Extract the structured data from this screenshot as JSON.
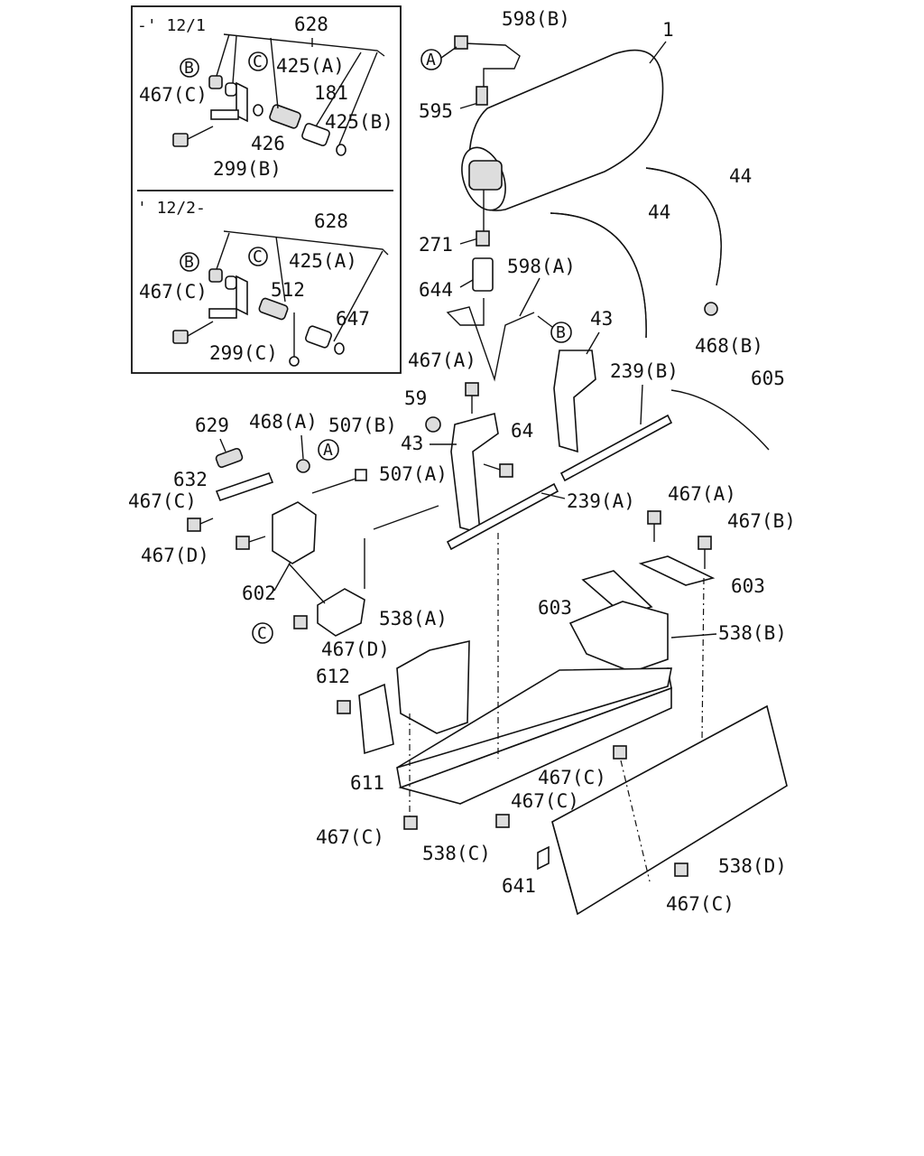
{
  "inset_top": {
    "caption": "-' 12/1",
    "labels": {
      "p628": "628",
      "p425a": "425(A)",
      "p181": "181",
      "p425b": "425(B)",
      "p467c": "467(C)",
      "p426": "426",
      "p299b": "299(B)",
      "circB": "B",
      "circC": "C"
    }
  },
  "inset_bottom": {
    "caption": "' 12/2-",
    "labels": {
      "p628": "628",
      "p425a": "425(A)",
      "p512": "512",
      "p647": "647",
      "p467c": "467(C)",
      "p299c": "299(C)",
      "circB": "B",
      "circC": "C"
    }
  },
  "main": {
    "labels": {
      "p598b": "598(B)",
      "p1": "1",
      "p595": "595",
      "p44a": "44",
      "p44b": "44",
      "p271": "271",
      "p598a": "598(A)",
      "p644": "644",
      "p468b": "468(B)",
      "p43a": "43",
      "p467a_top": "467(A)",
      "p239b": "239(B)",
      "p605": "605",
      "p59": "59",
      "p64": "64",
      "p43b": "43",
      "p629": "629",
      "p468a": "468(A)",
      "p507b": "507(B)",
      "p507a": "507(A)",
      "p239a": "239(A)",
      "p632": "632",
      "p467c_left": "467(C)",
      "p467d_left": "467(D)",
      "p602": "602",
      "p467a_right": "467(A)",
      "p467b": "467(B)",
      "p603a": "603",
      "p603b": "603",
      "p538a": "538(A)",
      "p538b": "538(B)",
      "p467d_bottom": "467(D)",
      "p612": "612",
      "p611": "611",
      "p467c_mid": "467(C)",
      "p467c_mid2": "467(C)",
      "p467c_bl": "467(C)",
      "p538c": "538(C)",
      "p641": "641",
      "p538d": "538(D)",
      "p467c_br": "467(C)",
      "circA1": "A",
      "circA2": "A",
      "circB": "B",
      "circC": "C"
    }
  }
}
